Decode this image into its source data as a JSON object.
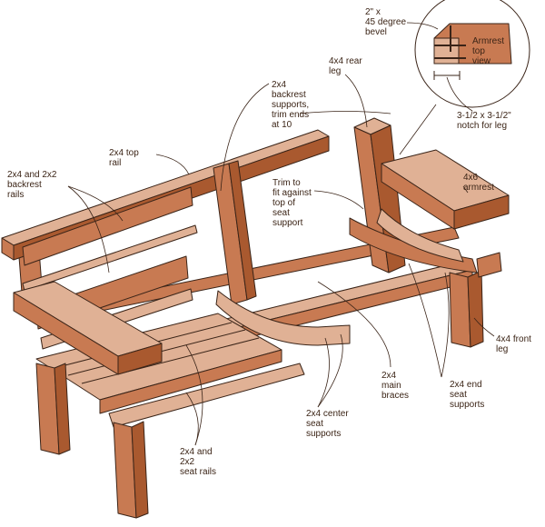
{
  "title": "Wooden bench assembly diagram",
  "colors": {
    "light": "#e0b195",
    "mid": "#c87a52",
    "dark": "#a9592f",
    "outline": "#3a2418",
    "text": "#3b2416"
  },
  "labels": {
    "bevel": "2\" x\n45 degree\nbevel",
    "armrest_top_view": "Armrest\ntop\nview",
    "notch": "3-1/2 x 3-1/2\"\nnotch for leg",
    "rear_leg": "4x4 rear\nleg",
    "backrest_supports": "2x4\nbackrest\nsupports,\ntrim ends\nat 10",
    "top_rail": "2x4 top\nrail",
    "backrest_rails": "2x4 and 2x2\nbackrest\nrails",
    "trim_fit": "Trim to\nfit against\ntop of\nseat\nsupport",
    "armrest": "4x6\narmrest",
    "front_leg": "4x4 front\nleg",
    "main_braces": "2x4\nmain\nbraces",
    "end_seat_supports": "2x4 end\nseat\nsupports",
    "center_seat_supports": "2x4 center\nseat\nsupports",
    "seat_rails": "2x4 and\n2x2\nseat rails"
  }
}
